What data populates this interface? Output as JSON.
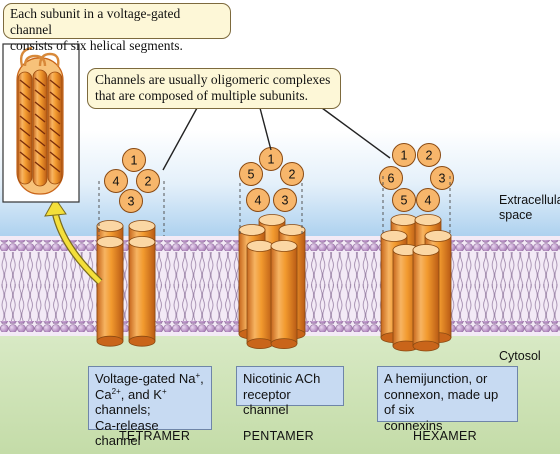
{
  "callouts": {
    "segments": {
      "line1": "Each subunit in a voltage-gated channel",
      "line2": "consists of six helical segments."
    },
    "oligomeric": {
      "line1": "Channels are usually oligomeric complexes",
      "line2": "that are composed of multiple subunits."
    }
  },
  "regions": {
    "extracellular_line1": "Extracellular",
    "extracellular_line2": "space",
    "cytosol": "Cytosol"
  },
  "tetramer": {
    "subunits": [
      "1",
      "2",
      "3",
      "4"
    ],
    "caption": "TETRAMER",
    "desc": {
      "l1_a": "Voltage-gated Na",
      "l1_sup": "+",
      "l1_b": ",",
      "l2_a": "Ca",
      "l2_sup1": "2+",
      "l2_b": ", and K",
      "l2_sup2": "+",
      "l2_c": " channels;",
      "l3": "Ca-release channel"
    }
  },
  "pentamer": {
    "subunits": [
      "1",
      "2",
      "3",
      "4",
      "5"
    ],
    "caption": "PENTAMER",
    "desc": {
      "l1": "Nicotinic ACh",
      "l2": "receptor channel"
    }
  },
  "hexamer": {
    "subunits": [
      "1",
      "2",
      "3",
      "4",
      "5",
      "6"
    ],
    "caption": "HEXAMER",
    "desc": {
      "l1": "A hemijunction, or",
      "l2": "connexon, made up of six",
      "l3": "connexins"
    }
  },
  "colors": {
    "orange": "#f29a2e",
    "orange_dark": "#c9651a",
    "orange_light": "#f9c98a",
    "lipid_head": "#b88bc4",
    "sky": "#aed2ef",
    "cytosol": "#cfe3b6",
    "callout": "#fdf7d7",
    "label": "#c7daf2"
  }
}
